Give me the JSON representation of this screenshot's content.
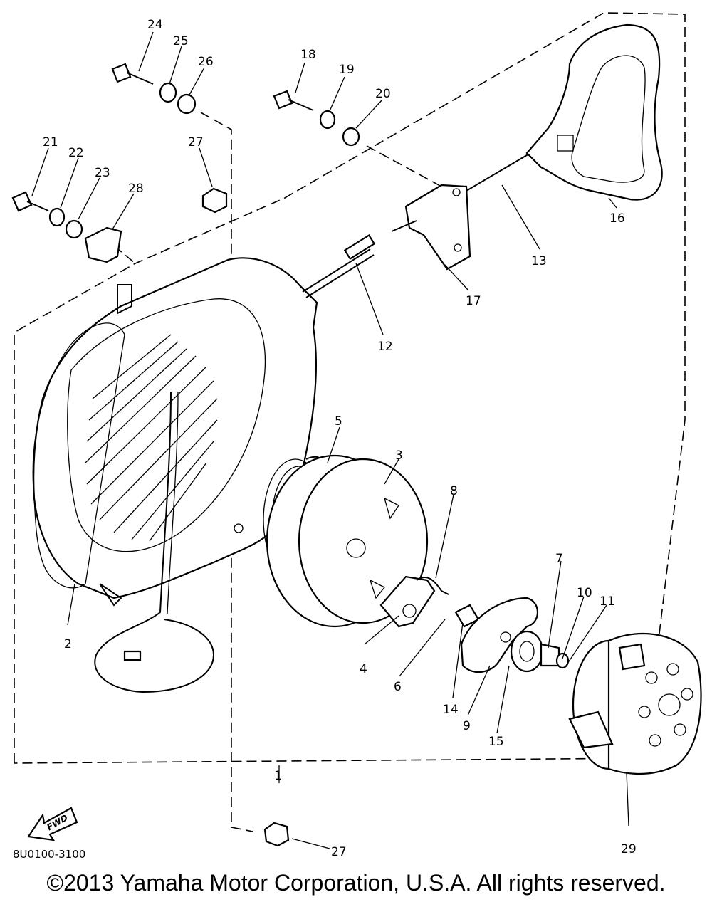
{
  "diagram": {
    "drawing_code": "8U0100-3100",
    "direction_label": "FWD",
    "part_labels": {
      "p1": "1",
      "p2": "2",
      "p3": "3",
      "p4": "4",
      "p5": "5",
      "p6": "6",
      "p7": "7",
      "p8": "8",
      "p9": "9",
      "p10": "10",
      "p11": "11",
      "p12": "12",
      "p13": "13",
      "p14": "14",
      "p15": "15",
      "p16": "16",
      "p17": "17",
      "p18": "18",
      "p19": "19",
      "p20": "20",
      "p21": "21",
      "p22": "22",
      "p23": "23",
      "p24": "24",
      "p25": "25",
      "p26": "26",
      "p27a": "27",
      "p27b": "27",
      "p28": "28",
      "p29": "29"
    }
  },
  "footer": {
    "copyright": "©2013 Yamaha Motor Corporation, U.S.A. All rights reserved."
  }
}
